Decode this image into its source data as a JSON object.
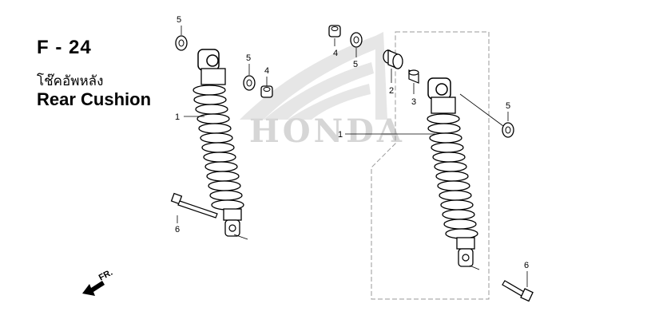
{
  "header": {
    "page_code": "F - 24",
    "title_thai": "โช๊คอัพหลัง",
    "title_en": "Rear Cushion"
  },
  "watermark": {
    "brand": "HONDA"
  },
  "direction_arrow": {
    "label": "FR."
  },
  "callouts": {
    "c1_left": "1",
    "c1_right": "1",
    "c2": "2",
    "c3": "3",
    "c4_top": "4",
    "c4_mid": "4",
    "c5_top_left": "5",
    "c5_mid_left": "5",
    "c5_top_center": "5",
    "c5_right": "5",
    "c6_left": "6",
    "c6_right": "6"
  },
  "parts": [
    {
      "ref": "1",
      "name": "rear-cushion"
    },
    {
      "ref": "2",
      "name": "bushing"
    },
    {
      "ref": "3",
      "name": "collar"
    },
    {
      "ref": "4",
      "name": "nut"
    },
    {
      "ref": "5",
      "name": "washer"
    },
    {
      "ref": "6",
      "name": "bolt"
    }
  ]
}
